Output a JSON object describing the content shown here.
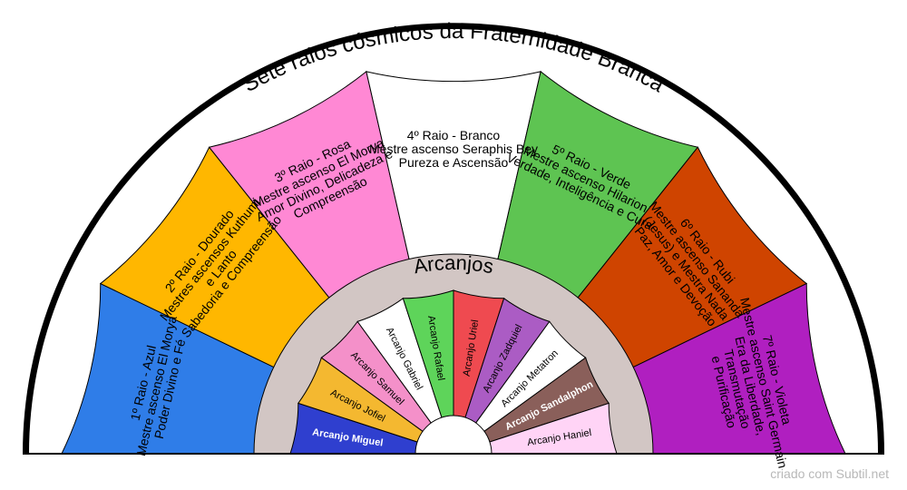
{
  "title": "Sete raios cósmicos da Fraternidade Branca",
  "inner_title": "Arcanjos",
  "credit": "criado com Subtil.net",
  "colors": {
    "ring": "#d2c6c4",
    "outline": "#000000"
  },
  "rays": [
    {
      "lines": [
        "1º Raio - Azul",
        "Mestre ascenso El Morya",
        "Poder Divino e Fé"
      ],
      "color": "#2f7de8",
      "text_color": "#000000"
    },
    {
      "lines": [
        "2º Raio - Dourado",
        "Mestres ascensos Kuthumi",
        "e Lanto",
        "Sabedoria e Compreensão"
      ],
      "color": "#ffb700",
      "text_color": "#000000"
    },
    {
      "lines": [
        "3º Raio - Rosa",
        "Mestre ascenso El Morya",
        "Amor Divino, Delicadeza e",
        "Compreensão"
      ],
      "color": "#ff88d4",
      "text_color": "#000000"
    },
    {
      "lines": [
        "4º Raio - Branco",
        "Mestre ascenso Seraphis Bey",
        "Pureza e Ascensão"
      ],
      "color": "#ffffff",
      "text_color": "#000000"
    },
    {
      "lines": [
        "5º Raio - Verde",
        "Mestre ascenso Hilarion",
        "Verdade, Inteligência e Cura"
      ],
      "color": "#5ec452",
      "text_color": "#000000"
    },
    {
      "lines": [
        "6º Raio - Rubi",
        "Mestre ascenso Sananda",
        "(Jesus) e Mestra Nada",
        "Paz, Amor e Devoção"
      ],
      "color": "#cf4400",
      "text_color": "#000000"
    },
    {
      "lines": [
        "7º Raio - Violeta",
        "Mestre ascenso Saint Germain",
        "Era da Liberdade,",
        "Transmutação",
        "e Purificação"
      ],
      "color": "#b01fc0",
      "text_color": "#000000"
    }
  ],
  "archangels": [
    {
      "name": "Arcanjo Miguel",
      "color": "#2f3fcf",
      "text_color": "#ffffff"
    },
    {
      "name": "Arcanjo Jofiel",
      "color": "#f4b830",
      "text_color": "#000000"
    },
    {
      "name": "Arcanjo Samuel",
      "color": "#f490c9",
      "text_color": "#000000"
    },
    {
      "name": "Arcanjo Gabriel",
      "color": "#ffffff",
      "text_color": "#000000"
    },
    {
      "name": "Arcanjo Rafael",
      "color": "#5ed45a",
      "text_color": "#000000"
    },
    {
      "name": "Arcanjo Uriel",
      "color": "#ef4a50",
      "text_color": "#000000"
    },
    {
      "name": "Arcanjo Zadquiel",
      "color": "#ab5cc4",
      "text_color": "#000000"
    },
    {
      "name": "Arcanjo Metatron",
      "color": "#ffffff",
      "text_color": "#000000"
    },
    {
      "name": "Arcanjo Sandalphon",
      "color": "#8a5f5a",
      "text_color": "#ffffff"
    },
    {
      "name": "Arcanjo Haniel",
      "color": "#ffd4f6",
      "text_color": "#000000"
    }
  ]
}
